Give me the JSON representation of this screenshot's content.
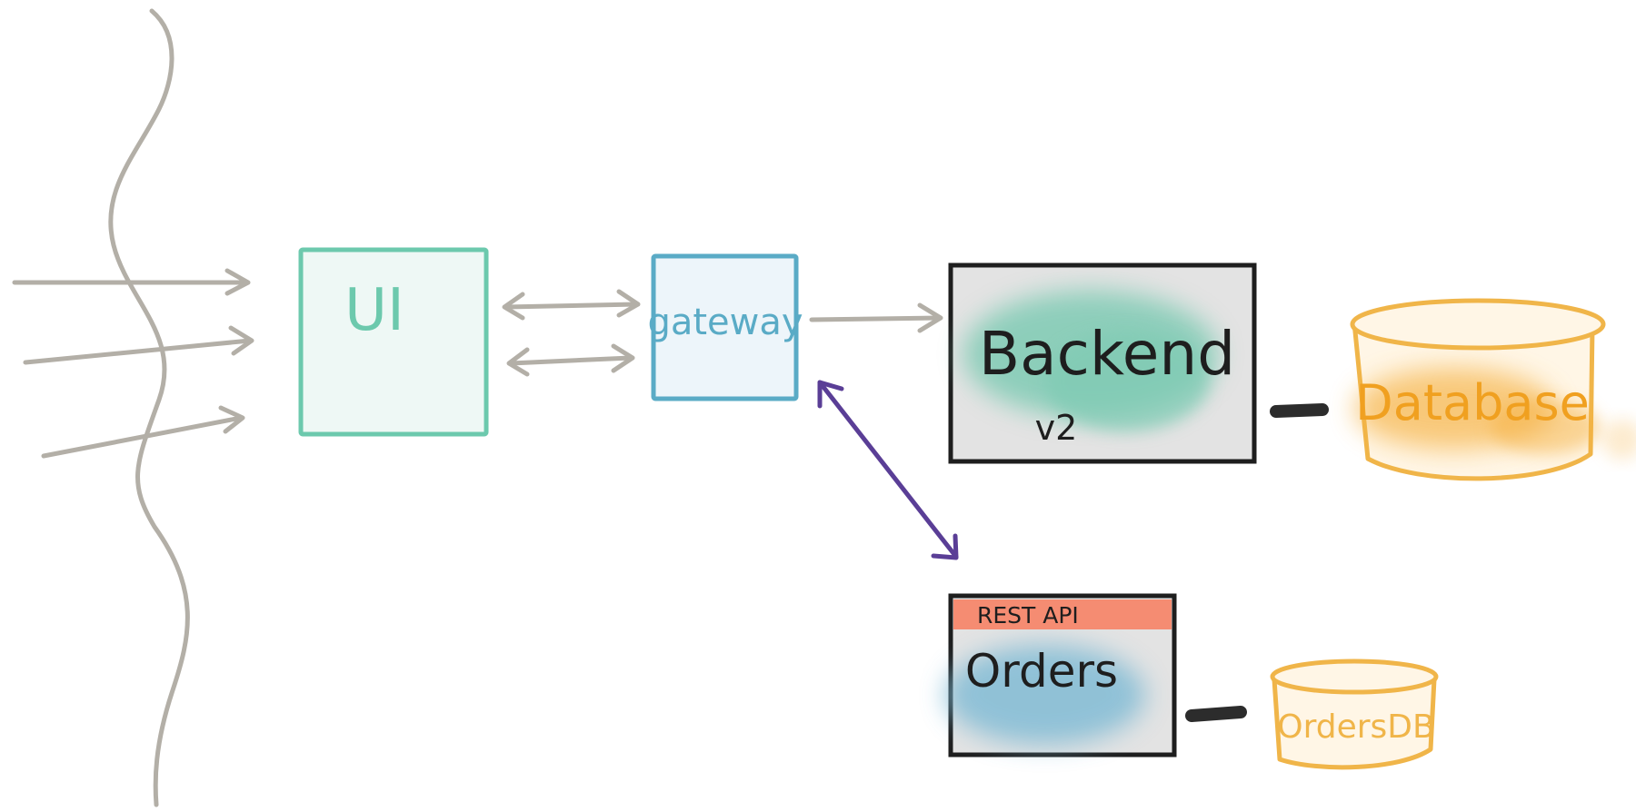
{
  "diagram": {
    "nodes": {
      "ui": {
        "label": "UI",
        "color": "#6cc9ad",
        "fill": "#eef8f5"
      },
      "gateway": {
        "label": "gateway",
        "color": "#5aabc6",
        "fill": "#edf5fa"
      },
      "backend": {
        "label": "Backend",
        "version": "v2",
        "color": "#1e1e1e",
        "fill": "#e3e3e3",
        "blob": "#7fcbb4"
      },
      "database": {
        "label": "Database",
        "color": "#f0b549",
        "fill": "#fff6e6",
        "blob": "#f5b040"
      },
      "orders": {
        "label": "Orders",
        "banner": "REST API",
        "banner_color": "#f58c72",
        "color": "#1e1e1e",
        "fill": "#e3e3e3",
        "blob": "#7cb9d4"
      },
      "ordersdb": {
        "label": "OrdersDB",
        "color": "#f0b549",
        "fill": "#fff6e6"
      }
    },
    "edges": [
      {
        "from": "incoming",
        "to": "ui",
        "count": 3,
        "color": "#b3afa7"
      },
      {
        "from": "ui",
        "to": "gateway",
        "count": 2,
        "direction": "bidirectional",
        "color": "#b3afa7"
      },
      {
        "from": "gateway",
        "to": "backend",
        "color": "#b3afa7"
      },
      {
        "from": "gateway",
        "to": "orders",
        "direction": "bidirectional",
        "color": "#5a3e96"
      },
      {
        "from": "backend",
        "to": "database",
        "style": "thick-bar",
        "color": "#2c2c2c"
      },
      {
        "from": "orders",
        "to": "ordersdb",
        "style": "thick-bar",
        "color": "#2c2c2c"
      }
    ],
    "boundary_line_color": "#b3afa7"
  }
}
